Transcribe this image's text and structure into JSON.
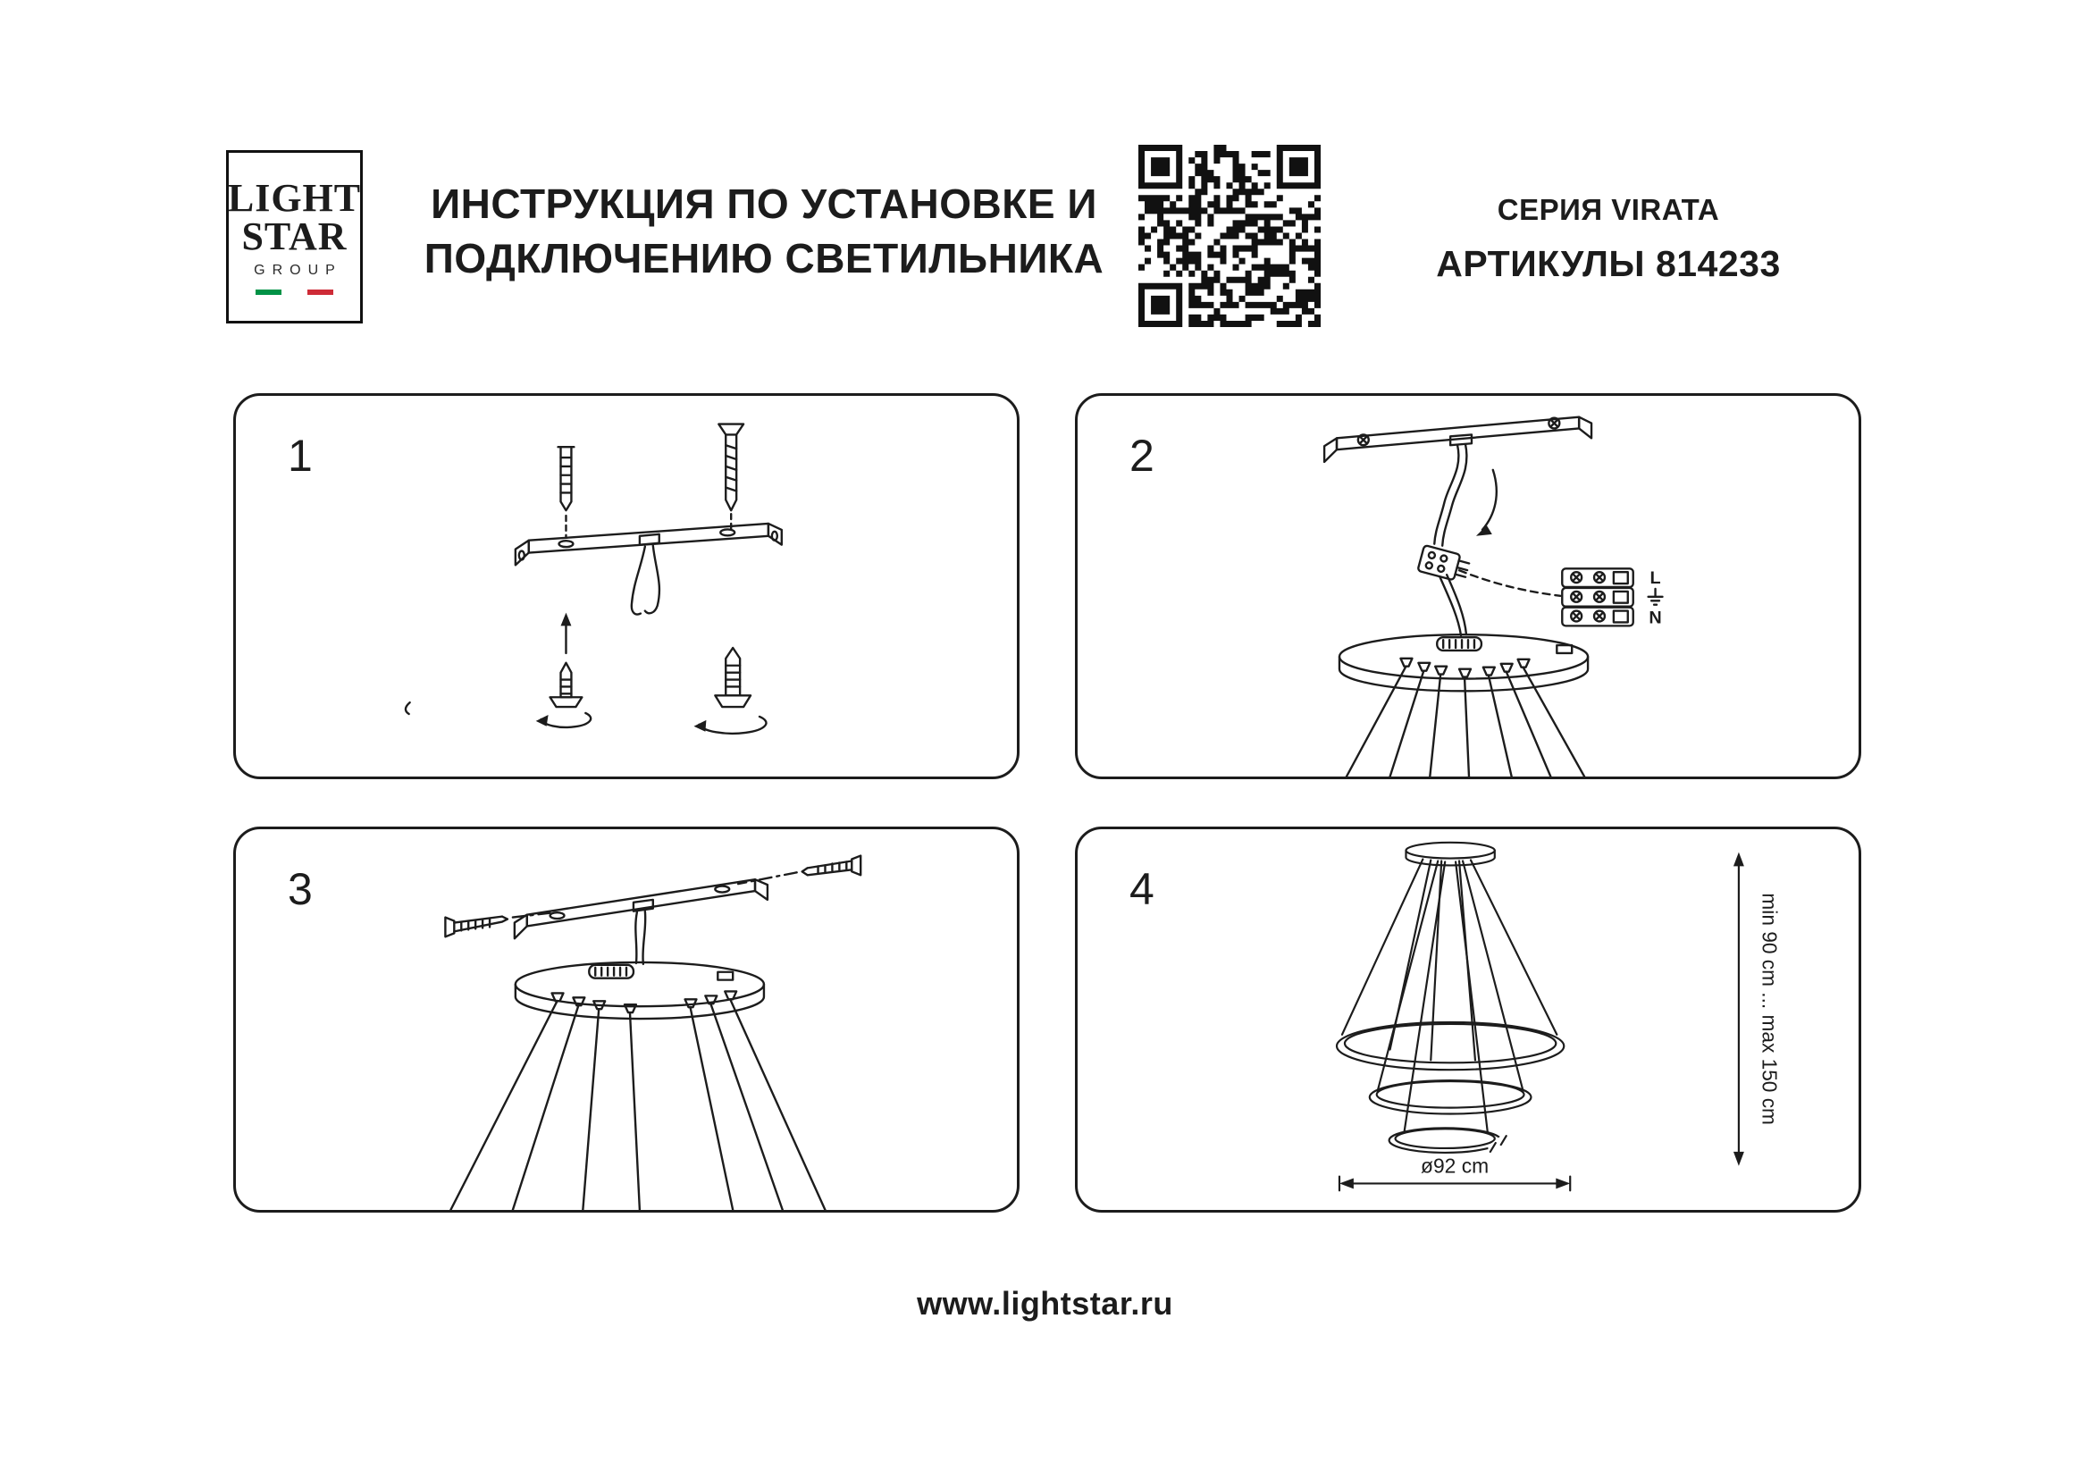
{
  "page": {
    "background": "#ffffff",
    "ink_color": "#1c1c1c"
  },
  "header": {
    "logo": {
      "word1": "LIGHT",
      "word2": "STAR",
      "subtitle": "GROUP",
      "flag_colors": {
        "green": "#009246",
        "white": "#ffffff",
        "red": "#ce2b37"
      }
    },
    "title_line1": "ИНСТРУКЦИЯ ПО УСТАНОВКЕ И",
    "title_line2": "ПОДКЛЮЧЕНИЮ СВЕТИЛЬНИКА",
    "qr_icon": "qr-code",
    "series_label": "СЕРИЯ VIRATA",
    "article_label": "АРТИКУЛЫ 814233"
  },
  "steps": [
    {
      "number": "1"
    },
    {
      "number": "2",
      "terminals": {
        "line": "L",
        "neutral": "N",
        "ground_icon": "earth-ground-icon"
      }
    },
    {
      "number": "3"
    },
    {
      "number": "4",
      "height_label": "min 90 cm ... max 150 cm",
      "diameter_label": "ø92 cm"
    }
  ],
  "footer": {
    "website": "www.lightstar.ru"
  }
}
